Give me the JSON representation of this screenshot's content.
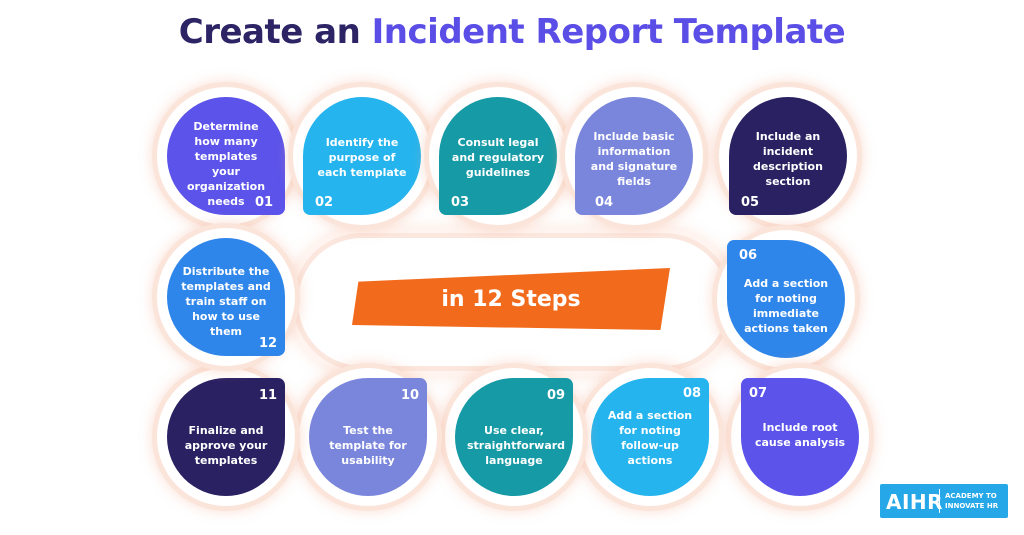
{
  "title": {
    "part1": "Create an",
    "part2": "Incident Report Template"
  },
  "center": {
    "label": "in 12 Steps"
  },
  "steps": [
    {
      "num": "01",
      "text": "Determine how many templates your organization needs",
      "color": "#5b53ea"
    },
    {
      "num": "02",
      "text": "Identify the purpose of each template",
      "color": "#25b4ee"
    },
    {
      "num": "03",
      "text": "Consult legal and regulatory guidelines",
      "color": "#169aa5"
    },
    {
      "num": "04",
      "text": "Include basic information and signature fields",
      "color": "#7a86dc"
    },
    {
      "num": "05",
      "text": "Include an incident description section",
      "color": "#2a2163"
    },
    {
      "num": "06",
      "text": "Add a section for noting immediate actions taken",
      "color": "#2f86ea"
    },
    {
      "num": "07",
      "text": "Include root cause analysis",
      "color": "#5b53ea"
    },
    {
      "num": "08",
      "text": "Add a section for noting follow-up actions",
      "color": "#25b4ee"
    },
    {
      "num": "09",
      "text": "Use clear, straightforward language",
      "color": "#169aa5"
    },
    {
      "num": "10",
      "text": "Test the template for usability",
      "color": "#7a86dc"
    },
    {
      "num": "11",
      "text": "Finalize and approve your templates",
      "color": "#2a2163"
    },
    {
      "num": "12",
      "text": "Distribute the templates and train staff on how to use them",
      "color": "#2f86ea"
    }
  ],
  "logo": {
    "brand": "AIHR",
    "line1": "ACADEMY TO",
    "line2": "INNOVATE HR"
  }
}
